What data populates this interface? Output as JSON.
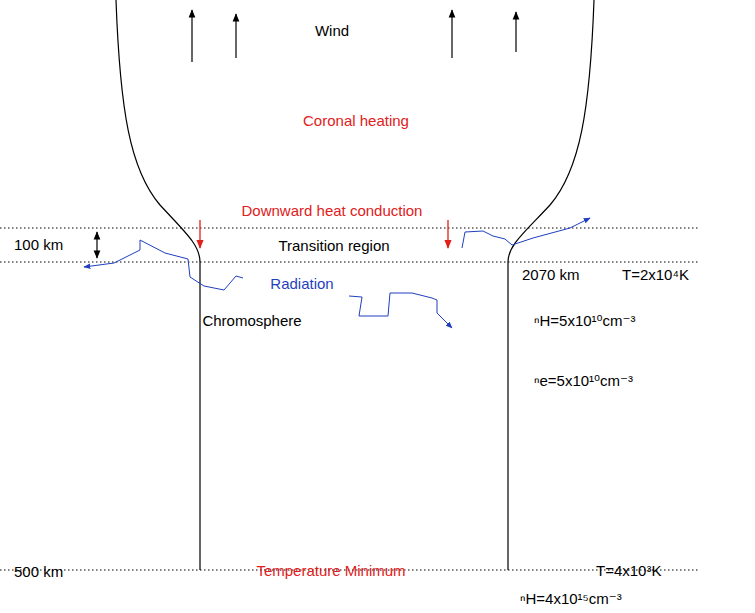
{
  "diagram": {
    "labels": [
      "Wind",
      "Coronal heating",
      "Downward heat conduction",
      "100 km",
      "Transition region",
      "2070 km",
      "T=2x10⁴K",
      "Radiation",
      "Chromosphere",
      "ⁿH=5x10¹⁰cm⁻³",
      "ⁿe=5x10¹⁰cm⁻³",
      "500 km",
      "Temperature Minimum",
      "T=4x10³K",
      "ⁿH=4x10¹⁵cm⁻³"
    ]
  }
}
